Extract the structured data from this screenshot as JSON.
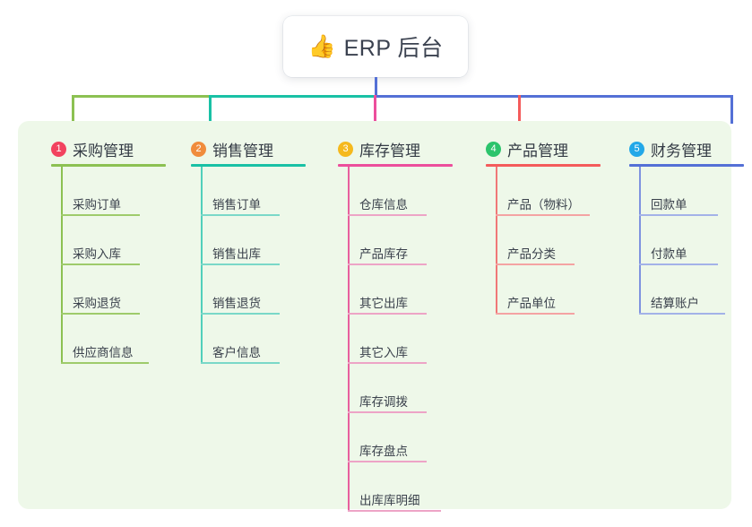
{
  "root": {
    "icon": "thumbs-up-icon",
    "emoji": "👍",
    "title": "ERP 后台"
  },
  "panel": {
    "background_color": "#eef8e9"
  },
  "columns": [
    {
      "index": "1",
      "title": "采购管理",
      "badge_color": "#f2435f",
      "line_color": "#8cc152",
      "connector_color": "#8cc152",
      "children": [
        {
          "label": "采购订单"
        },
        {
          "label": "采购入库"
        },
        {
          "label": "采购退货"
        },
        {
          "label": "供应商信息"
        }
      ]
    },
    {
      "index": "2",
      "title": "销售管理",
      "badge_color": "#f08c3c",
      "line_color": "#19c1a5",
      "connector_color": "#19c1a5",
      "children": [
        {
          "label": "销售订单"
        },
        {
          "label": "销售出库"
        },
        {
          "label": "销售退货"
        },
        {
          "label": "客户信息"
        }
      ]
    },
    {
      "index": "3",
      "title": "库存管理",
      "badge_color": "#f5b91d",
      "line_color": "#ec4e9c",
      "connector_color": "#ec4e9c",
      "children": [
        {
          "label": "仓库信息"
        },
        {
          "label": "产品库存"
        },
        {
          "label": "其它出库"
        },
        {
          "label": "其它入库"
        },
        {
          "label": "库存调拨"
        },
        {
          "label": "库存盘点"
        },
        {
          "label": "出库库明细"
        }
      ]
    },
    {
      "index": "4",
      "title": "产品管理",
      "badge_color": "#2cc46c",
      "line_color": "#f45b5b",
      "connector_color": "#f45b5b",
      "children": [
        {
          "label": "产品（物料）"
        },
        {
          "label": "产品分类"
        },
        {
          "label": "产品单位"
        }
      ]
    },
    {
      "index": "5",
      "title": "财务管理",
      "badge_color": "#23a8e8",
      "line_color": "#5470d6",
      "connector_color": "#5470d6",
      "children": [
        {
          "label": "回款单"
        },
        {
          "label": "付款单"
        },
        {
          "label": "结算账户"
        }
      ]
    }
  ],
  "connectors": {
    "root_stem_color": "#5470d6",
    "bus_segments": [
      {
        "color": "#8cc152"
      },
      {
        "color": "#19c1a5"
      },
      {
        "color": "#5470d6"
      },
      {
        "color": "#5470d6"
      }
    ]
  }
}
